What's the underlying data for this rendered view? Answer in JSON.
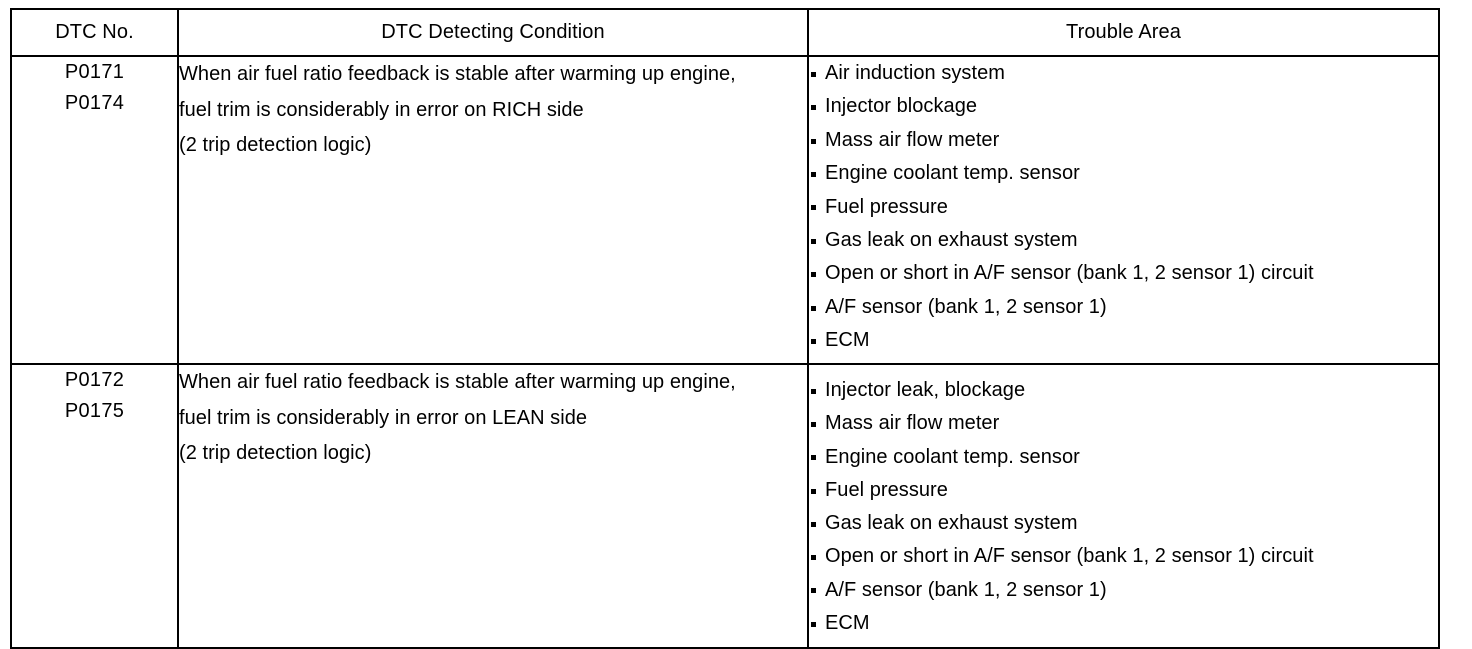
{
  "table": {
    "headers": [
      {
        "label": "DTC No."
      },
      {
        "label": "DTC Detecting Condition"
      },
      {
        "label": "Trouble Area"
      }
    ],
    "rows": [
      {
        "dtc_codes": [
          "P0171",
          "P0174"
        ],
        "condition_lines": [
          "When air fuel ratio feedback is stable after warming up engine,",
          "fuel trim is considerably in error on RICH side",
          "(2 trip detection logic)"
        ],
        "trouble_area": [
          "Air induction system",
          "Injector blockage",
          "Mass air flow meter",
          "Engine coolant temp. sensor",
          "Fuel pressure",
          "Gas leak on exhaust system",
          "Open or short in A/F sensor (bank 1, 2 sensor 1) circuit",
          "A/F sensor (bank 1, 2 sensor 1)",
          "ECM"
        ]
      },
      {
        "dtc_codes": [
          "P0172",
          "P0175"
        ],
        "condition_lines": [
          "When air fuel ratio feedback is stable after warming up engine,",
          "fuel trim is considerably in error on LEAN side",
          "(2 trip detection logic)"
        ],
        "trouble_area": [
          "Injector leak, blockage",
          "Mass air flow meter",
          "Engine coolant temp. sensor",
          "Fuel pressure",
          "Gas leak on exhaust system",
          "Open or short in A/F sensor (bank 1, 2 sensor 1) circuit",
          "A/F sensor (bank 1, 2 sensor 1)",
          "ECM"
        ]
      }
    ]
  },
  "colors": {
    "border": "#000000",
    "text": "#000000",
    "background": "#ffffff"
  },
  "icons": {
    "bullet": "bullet-icon"
  }
}
